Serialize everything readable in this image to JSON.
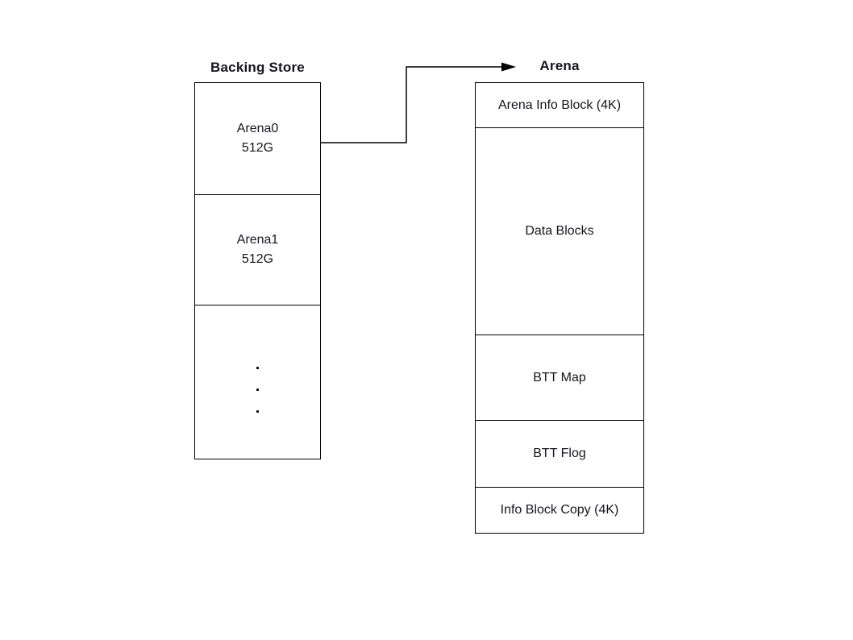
{
  "colors": {
    "background": "#ffffff",
    "line": "#000000",
    "text": "#15151f"
  },
  "backing_store": {
    "title": "Backing Store",
    "sections": [
      {
        "label": "Arena0",
        "size": "512G"
      },
      {
        "label": "Arena1",
        "size": "512G"
      },
      {
        "label": "..."
      }
    ],
    "ellipsis_dot": "."
  },
  "arena": {
    "title": "Arena",
    "sections": [
      {
        "label": "Arena Info Block (4K)"
      },
      {
        "label": "Data Blocks"
      },
      {
        "label": "BTT Map"
      },
      {
        "label": "BTT Flog"
      },
      {
        "label": "Info Block Copy (4K)"
      }
    ]
  },
  "connections": [
    {
      "from": "Arena0",
      "to": "Arena"
    }
  ]
}
